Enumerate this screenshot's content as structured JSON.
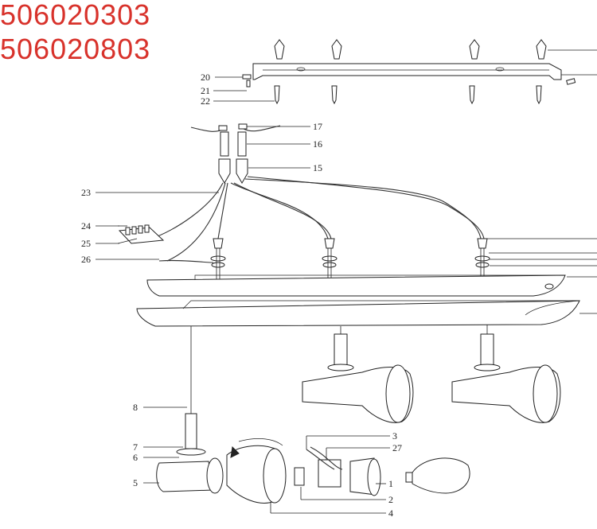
{
  "header": {
    "model_codes": [
      "506020303",
      "506020803"
    ]
  },
  "callouts": [
    "1",
    "2",
    "3",
    "4",
    "5",
    "6",
    "7",
    "8",
    "15",
    "16",
    "17",
    "20",
    "21",
    "22",
    "23",
    "24",
    "25",
    "26",
    "27"
  ],
  "colors": {
    "accent": "#d8322b",
    "line": "#222222"
  }
}
